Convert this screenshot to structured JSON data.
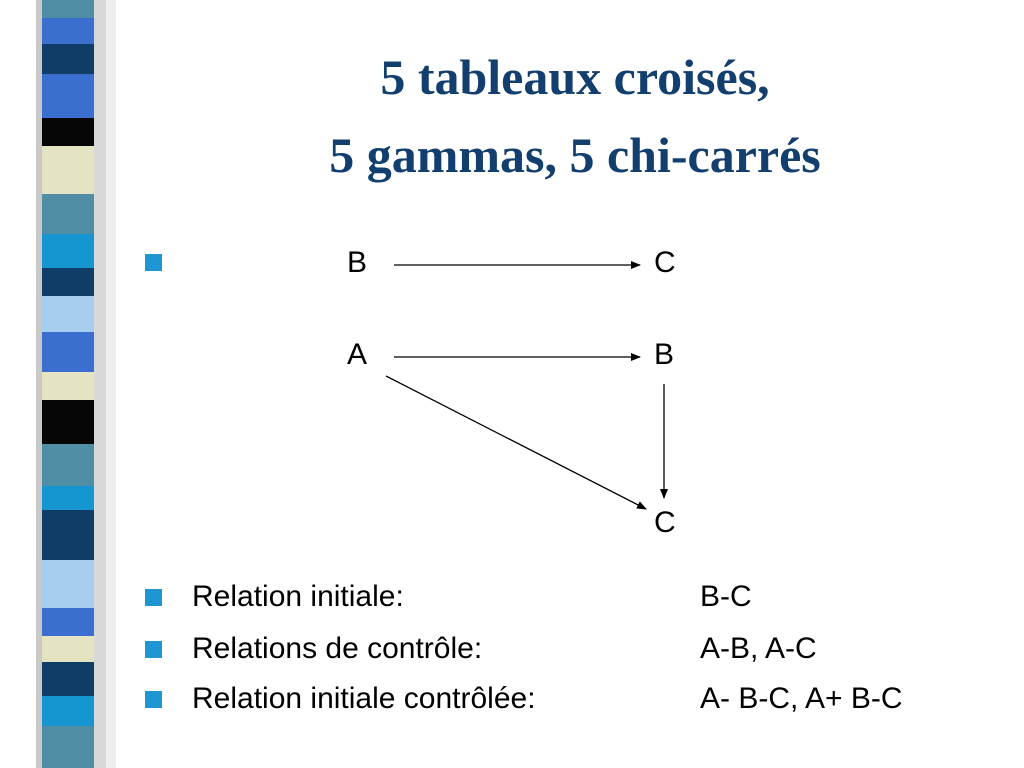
{
  "title": {
    "line1": "5 tableaux croisés,",
    "line2": "5 gammas, 5 chi-carrés"
  },
  "diagram": {
    "row1": {
      "from": "B",
      "to": "C"
    },
    "row2": {
      "a": "A",
      "b": "B",
      "c": "C"
    }
  },
  "items": [
    {
      "label": "Relation initiale:",
      "value": "B-C"
    },
    {
      "label": "Relations de contrôle:",
      "value": "A-B, A-C"
    },
    {
      "label": "Relation initiale contrôlée:",
      "value": "A- B-C, A+ B-C"
    }
  ],
  "colors": {
    "title": "#123f6e",
    "bullet": "#1e96d1"
  }
}
